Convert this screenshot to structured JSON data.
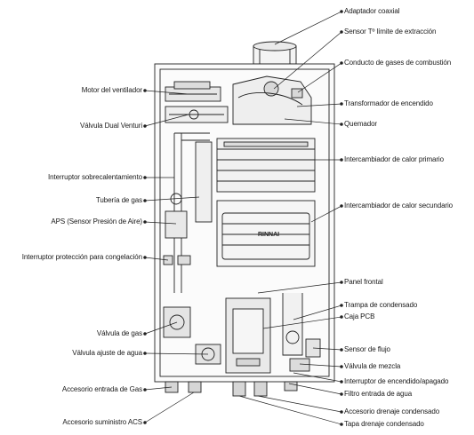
{
  "labels": {
    "left": [
      "Motor del ventilador",
      "Válvula Dual Venturi",
      "Interruptor sobrecalentamiento",
      "Tubería de gas",
      "APS (Sensor Presión de Aire)",
      "Interruptor protección para congelación",
      "Válvula de gas",
      "Válvula ajuste de agua",
      "Accesorio entrada de Gas",
      "Accesorio suministro ACS"
    ],
    "right": [
      "Adaptador coaxial",
      "Sensor Tº límite de extracción",
      "Conducto de gases de combustión",
      "Transformador de encendido",
      "Quemador",
      "Intercambiador de calor primario",
      "Intercambiador de calor secundario",
      "Panel frontal",
      "Trampa de condensado",
      "Caja PCB",
      "Sensor de flujo",
      "Válvula de mezcla",
      "Interruptor de encendido/apagado",
      "Filtro entrada de agua",
      "Accesorio drenaje condensado",
      "Tapa drenaje condensado"
    ]
  },
  "nameplate": "RINNAI"
}
